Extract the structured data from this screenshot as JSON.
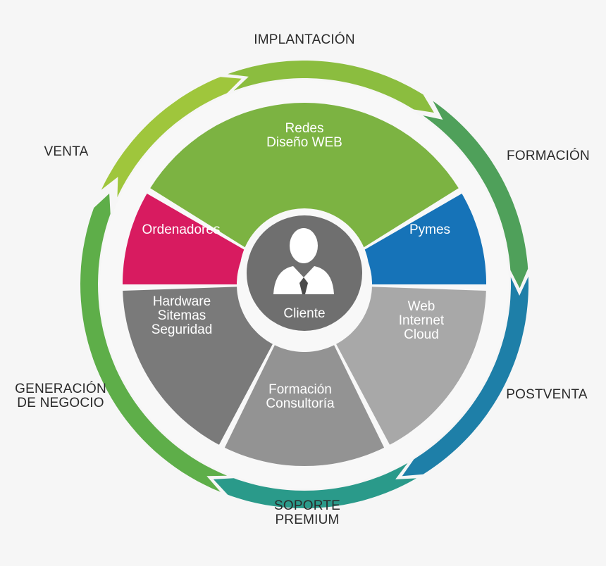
{
  "outer_stages": [
    {
      "id": "implantacion",
      "lines": [
        "IMPLANTACIÓN"
      ]
    },
    {
      "id": "formacion",
      "lines": [
        "FORMACIÓN"
      ]
    },
    {
      "id": "postventa",
      "lines": [
        "POSTVENTA"
      ]
    },
    {
      "id": "soporte",
      "lines": [
        "SOPORTE",
        "PREMIUM"
      ]
    },
    {
      "id": "generacion",
      "lines": [
        "GENERACIÓN",
        "DE NEGOCIO"
      ]
    },
    {
      "id": "venta",
      "lines": [
        "VENTA"
      ]
    }
  ],
  "segments": [
    {
      "id": "redes",
      "lines": [
        "Redes",
        "Diseño WEB"
      ],
      "color": "#7cb342"
    },
    {
      "id": "pymes",
      "lines": [
        "Pymes"
      ],
      "color": "#1673b8"
    },
    {
      "id": "web",
      "lines": [
        "Web",
        "Internet",
        "Cloud"
      ],
      "color": "#a8a8a8"
    },
    {
      "id": "formacion-consultoria",
      "lines": [
        "Formación",
        "Consultoría"
      ],
      "color": "#939393"
    },
    {
      "id": "hardware",
      "lines": [
        "Hardware",
        "Sitemas",
        "Seguridad"
      ],
      "color": "#7a7a7a"
    },
    {
      "id": "ordenadores",
      "lines": [
        "Ordenadores"
      ],
      "color": "#d81b60"
    }
  ],
  "center": {
    "label": "Cliente",
    "icon": "person-icon",
    "color": "#6f6f6f"
  },
  "ring_colors": {
    "green": "#9bc53d",
    "teal": "#1e8a8a",
    "blue": "#1b8fc4"
  }
}
